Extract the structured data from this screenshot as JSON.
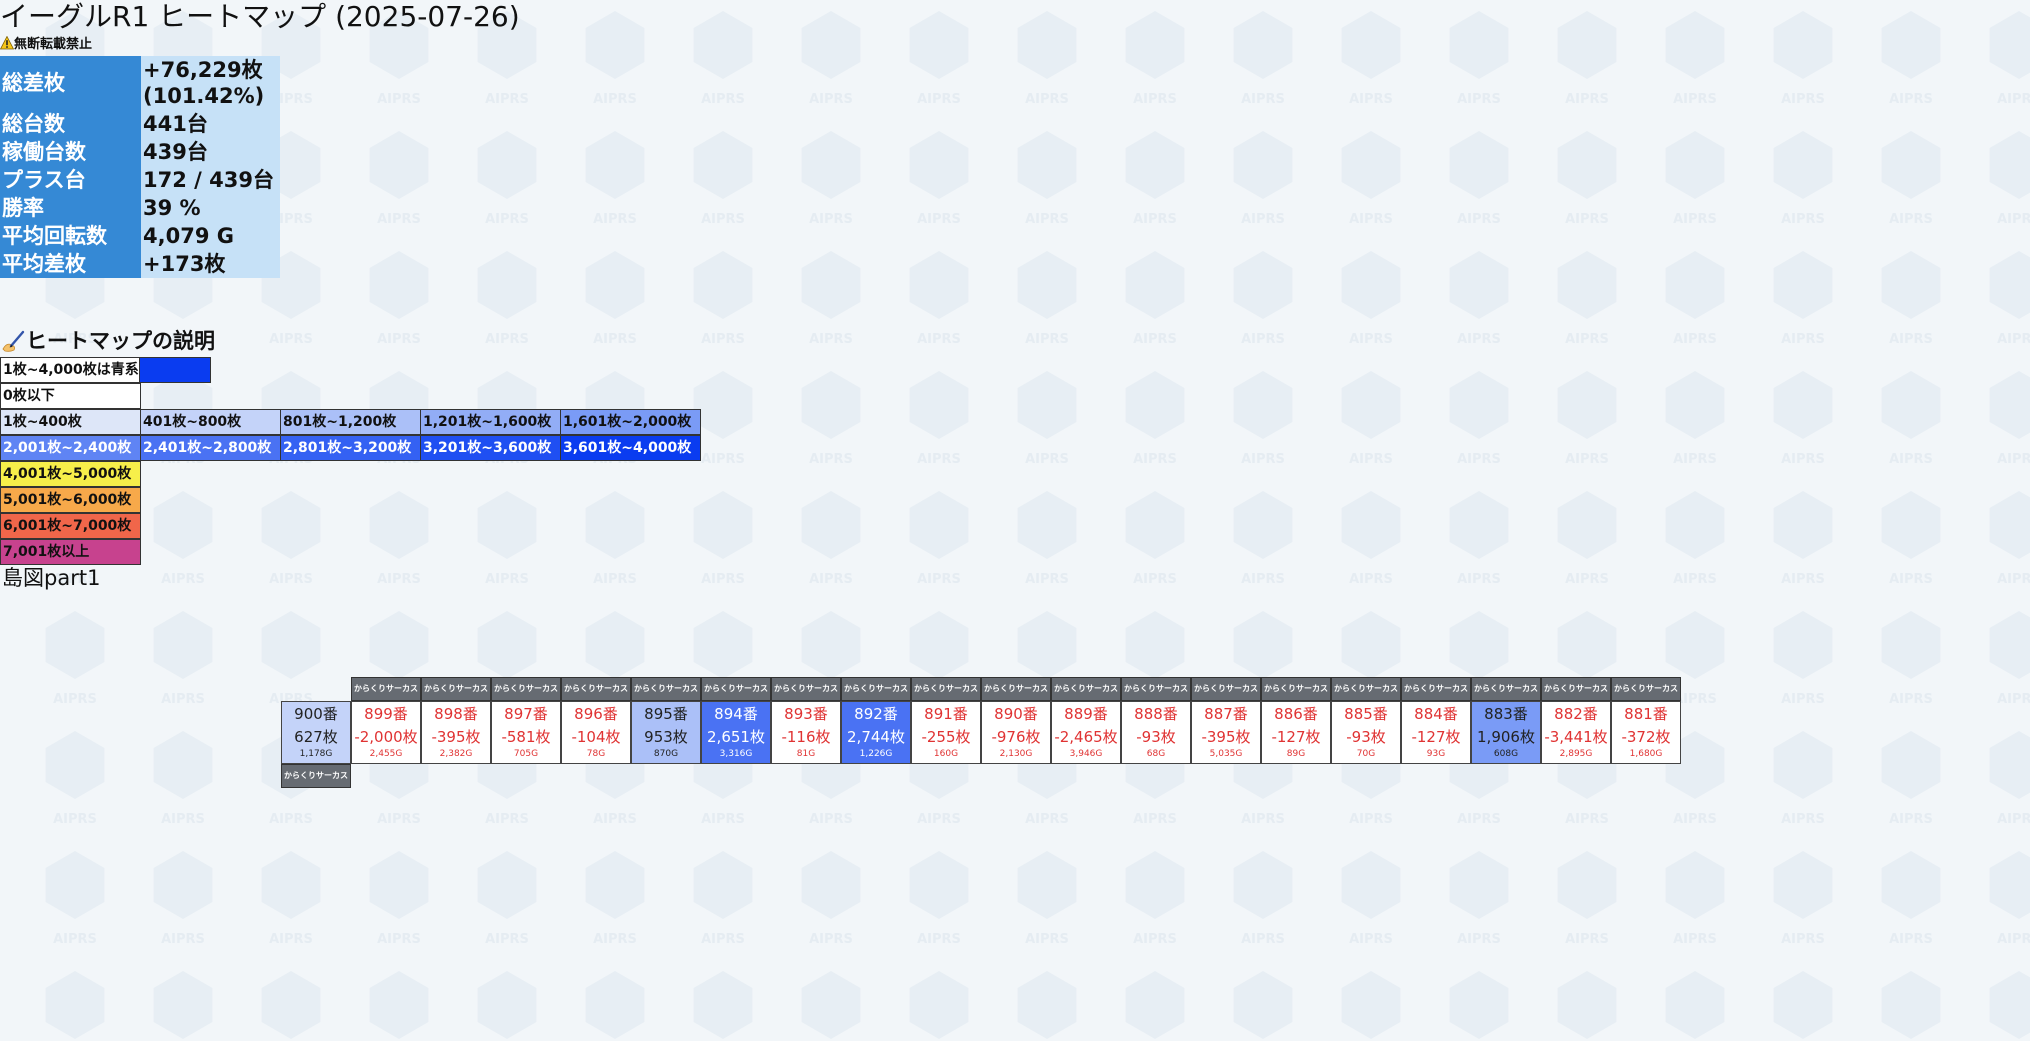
{
  "title": "イーグルR1 ヒートマップ (2025-07-26)",
  "warning": "無断転載禁止",
  "watermark_text": "AIPRS",
  "summary": [
    {
      "label": "総差枚",
      "value": "+76,229枚\n(101.42%)"
    },
    {
      "label": "総台数",
      "value": "441台"
    },
    {
      "label": "稼働台数",
      "value": "439台"
    },
    {
      "label": "プラス台",
      "value": "172 / 439台"
    },
    {
      "label": "勝率",
      "value": "39 %"
    },
    {
      "label": "平均回転数",
      "value": "4,079 G"
    },
    {
      "label": "平均差枚",
      "value": "+173枚"
    }
  ],
  "legend": {
    "heading": "ヒートマップの説明",
    "blue_note": "1枚~4,000枚は青系",
    "zero_or_less": "0枚以下",
    "blue_ranges": [
      {
        "label": "1枚~400枚",
        "color": "#dde6f8"
      },
      {
        "label": "401枚~800枚",
        "color": "#c4d3f9"
      },
      {
        "label": "801枚~1,200枚",
        "color": "#abc0f8"
      },
      {
        "label": "1,201枚~1,600枚",
        "color": "#92adf6"
      },
      {
        "label": "1,601枚~2,000枚",
        "color": "#7a9bf6"
      },
      {
        "label": "2,001枚~2,400枚",
        "color": "#5f84f4"
      },
      {
        "label": "2,401枚~2,800枚",
        "color": "#4a72f3"
      },
      {
        "label": "2,801枚~3,200枚",
        "color": "#3461f3"
      },
      {
        "label": "3,201枚~3,600枚",
        "color": "#1f4ff2"
      },
      {
        "label": "3,601枚~4,000枚",
        "color": "#0a3cf0"
      }
    ],
    "high_ranges": [
      {
        "label": "4,001枚~5,000枚",
        "color": "#f7ef4a"
      },
      {
        "label": "5,001枚~6,000枚",
        "color": "#f7a94a"
      },
      {
        "label": "6,001枚~7,000枚",
        "color": "#f0664a"
      },
      {
        "label": "7,001枚以上",
        "color": "#c7428e"
      }
    ]
  },
  "island_label": "島図part1",
  "machine_name": "からくりサーカス",
  "machines": [
    {
      "number": "900番",
      "diff": "627枚",
      "games": "1,178G",
      "diff_value": 627
    },
    {
      "number": "899番",
      "diff": "-2,000枚",
      "games": "2,455G",
      "diff_value": -2000
    },
    {
      "number": "898番",
      "diff": "-395枚",
      "games": "2,382G",
      "diff_value": -395
    },
    {
      "number": "897番",
      "diff": "-581枚",
      "games": "705G",
      "diff_value": -581
    },
    {
      "number": "896番",
      "diff": "-104枚",
      "games": "78G",
      "diff_value": -104
    },
    {
      "number": "895番",
      "diff": "953枚",
      "games": "870G",
      "diff_value": 953
    },
    {
      "number": "894番",
      "diff": "2,651枚",
      "games": "3,316G",
      "diff_value": 2651
    },
    {
      "number": "893番",
      "diff": "-116枚",
      "games": "81G",
      "diff_value": -116
    },
    {
      "number": "892番",
      "diff": "2,744枚",
      "games": "1,226G",
      "diff_value": 2744
    },
    {
      "number": "891番",
      "diff": "-255枚",
      "games": "160G",
      "diff_value": -255
    },
    {
      "number": "890番",
      "diff": "-976枚",
      "games": "2,130G",
      "diff_value": -976
    },
    {
      "number": "889番",
      "diff": "-2,465枚",
      "games": "3,946G",
      "diff_value": -2465
    },
    {
      "number": "888番",
      "diff": "-93枚",
      "games": "68G",
      "diff_value": -93
    },
    {
      "number": "887番",
      "diff": "-395枚",
      "games": "5,035G",
      "diff_value": -395
    },
    {
      "number": "886番",
      "diff": "-127枚",
      "games": "89G",
      "diff_value": -127
    },
    {
      "number": "885番",
      "diff": "-93枚",
      "games": "70G",
      "diff_value": -93
    },
    {
      "number": "884番",
      "diff": "-127枚",
      "games": "93G",
      "diff_value": -127
    },
    {
      "number": "883番",
      "diff": "1,906枚",
      "games": "608G",
      "diff_value": 1906
    },
    {
      "number": "882番",
      "diff": "-3,441枚",
      "games": "2,895G",
      "diff_value": -3441
    },
    {
      "number": "881番",
      "diff": "-372枚",
      "games": "1,680G",
      "diff_value": -372
    }
  ]
}
